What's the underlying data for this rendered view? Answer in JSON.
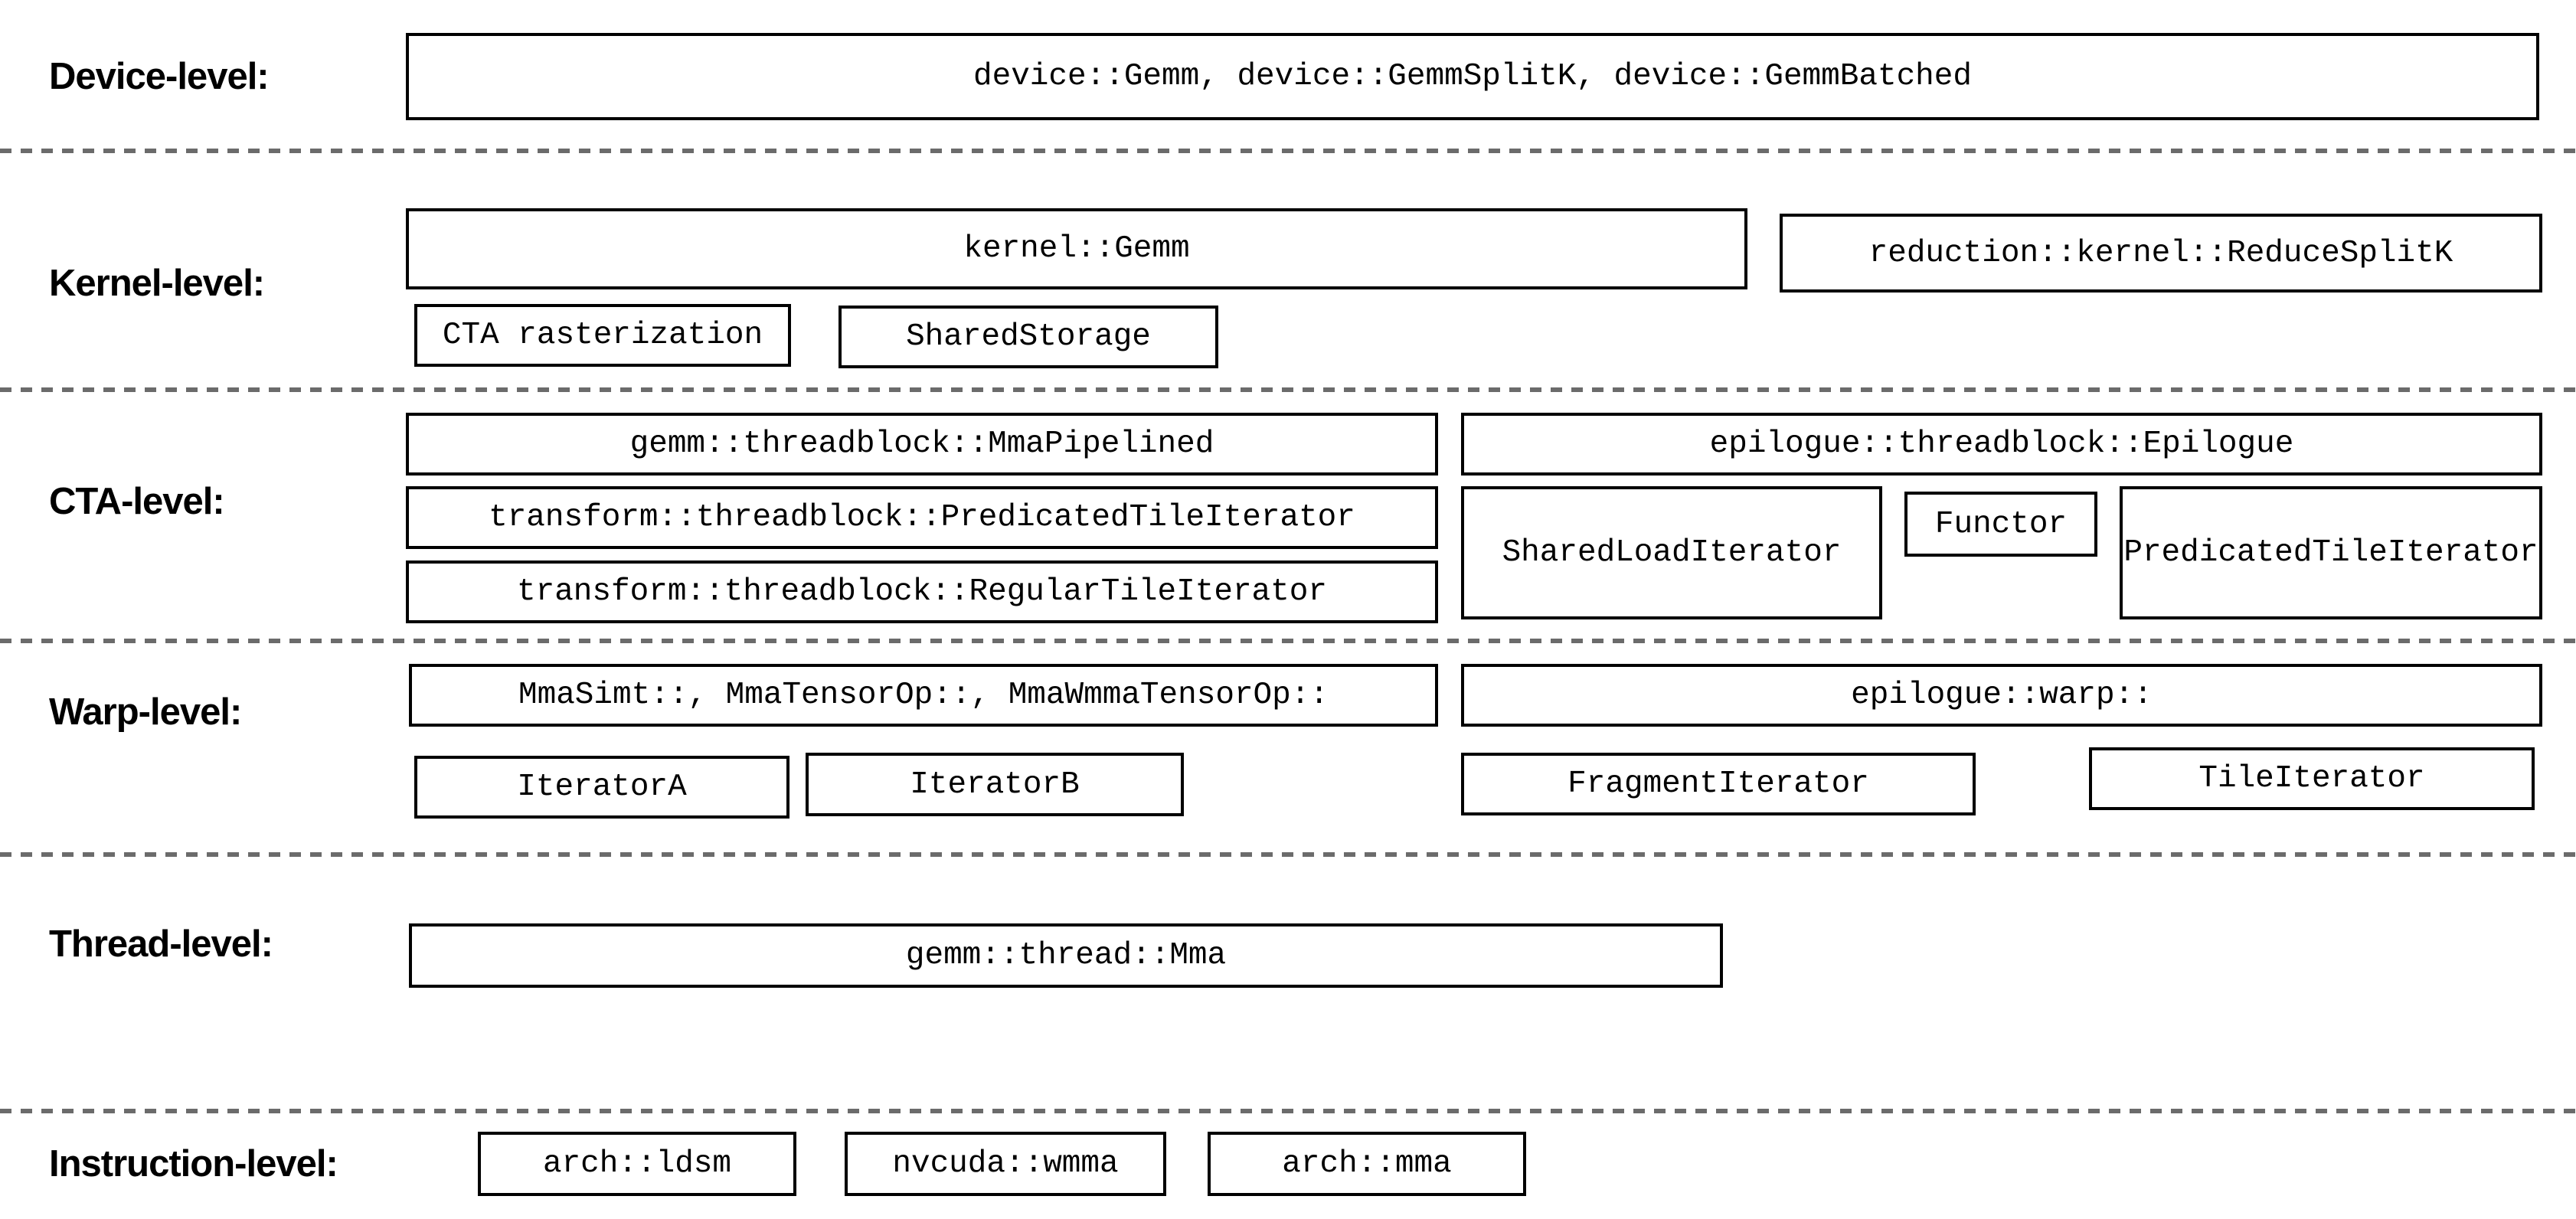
{
  "diagram": {
    "labels": {
      "device": "Device-level:",
      "kernel": "Kernel-level:",
      "cta": "CTA-level:",
      "warp": "Warp-level:",
      "thread": "Thread-level:",
      "instruction": "Instruction-level:"
    },
    "boxes": {
      "device_gemm": "device::Gemm, device::GemmSplitK, device::GemmBatched",
      "kernel_gemm": "kernel::Gemm",
      "reduce_splitk": "reduction::kernel::ReduceSplitK",
      "cta_rasterization": "CTA rasterization",
      "shared_storage": "SharedStorage",
      "mma_pipelined": "gemm::threadblock::MmaPipelined",
      "predicated_tile_iterator_transform": "transform::threadblock::PredicatedTileIterator",
      "regular_tile_iterator": "transform::threadblock::RegularTileIterator",
      "epilogue_threadblock": "epilogue::threadblock::Epilogue",
      "shared_load_iterator": "SharedLoadIterator",
      "functor": "Functor",
      "predicated_tile_iterator_epilogue": "PredicatedTileIterator",
      "warp_mma": "MmaSimt::, MmaTensorOp::, MmaWmmaTensorOp::",
      "epilogue_warp": "epilogue::warp::",
      "iterator_a": "IteratorA",
      "iterator_b": "IteratorB",
      "fragment_iterator": "FragmentIterator",
      "tile_iterator": "TileIterator",
      "thread_mma": "gemm::thread::Mma",
      "arch_ldsm": "arch::ldsm",
      "nvcuda_wmma": "nvcuda::wmma",
      "arch_mma": "arch::mma"
    },
    "colors": {
      "background": "#ffffff",
      "box_border": "#000000",
      "text": "#000000",
      "separator": "#6b6b6b"
    }
  }
}
